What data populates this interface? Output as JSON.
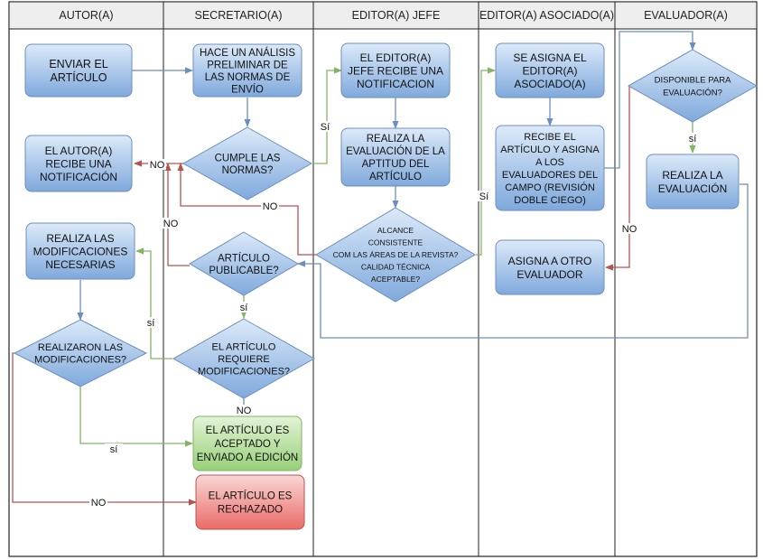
{
  "lanes": [
    {
      "id": "autor",
      "title": "AUTOR(A)"
    },
    {
      "id": "secretario",
      "title": "SECRETARIO(A)"
    },
    {
      "id": "editor_jefe",
      "title": "EDITOR(A) JEFE"
    },
    {
      "id": "editor_asociado",
      "title": "EDITOR(A) ASOCIADO(A)"
    },
    {
      "id": "evaluador",
      "title": "EVALUADOR(A)"
    }
  ],
  "nodes": {
    "enviar": {
      "lines": [
        "ENVIAR EL",
        "ARTÍCULO"
      ]
    },
    "autor_notificacion": {
      "lines": [
        "EL AUTOR(A)",
        "RECIBE UNA",
        "NOTIFICACIÓN"
      ]
    },
    "realiza_modificaciones": {
      "lines": [
        "REALIZA LAS",
        "MODIFICACIONES",
        "NECESARIAS"
      ]
    },
    "realizaron_modificaciones": {
      "lines": [
        "REALIZARON LAS",
        "MODIFICACIONES?"
      ]
    },
    "analisis_preliminar": {
      "lines": [
        "HACE UN ANÁLISIS",
        "PRELIMINAR DE",
        "LAS NORMAS DE",
        "ENVÍO"
      ]
    },
    "cumple_normas": {
      "lines": [
        "CUMPLE LAS",
        "NORMAS?"
      ]
    },
    "articulo_publicable": {
      "lines": [
        "ARTÍCULO",
        "PUBLICABLE?"
      ]
    },
    "requiere_modificaciones": {
      "lines": [
        "EL ARTÍCULO",
        "REQUIERE",
        "MODIFICACIONES?"
      ]
    },
    "aceptado": {
      "lines": [
        "EL ARTÍCULO ES",
        "ACEPTADO Y",
        "ENVIADO A EDICIÓN"
      ]
    },
    "rechazado": {
      "lines": [
        "EL ARTÍCULO ES",
        "RECHAZADO"
      ]
    },
    "jefe_notificacion": {
      "lines": [
        "EL EDITOR(A)",
        "JEFE RECIBE UNA",
        "NOTIFICACION"
      ]
    },
    "evaluacion_aptitud": {
      "lines": [
        "REALIZA LA",
        "EVALUACIÓN DE LA",
        "APTITUD DEL",
        "ARTÍCULO"
      ]
    },
    "alcance": {
      "lines": [
        "ALCANCE",
        "CONSISTENTE",
        "COM LAS ÁREAS DE LA REVISTA?",
        "CALIDAD TÉCNICA",
        "ACEPTABLE?"
      ]
    },
    "asigna_editor": {
      "lines": [
        "SE ASIGNA EL",
        "EDITOR(A)",
        "ASOCIADO(A)"
      ]
    },
    "recibe_asigna": {
      "lines": [
        "RECIBE EL",
        "ARTÍCULO Y ASIGNA",
        "A LOS",
        "EVALUADORES DEL",
        "CAMPO (REVISIÓN",
        "DOBLE CIEGO)"
      ]
    },
    "asigna_otro": {
      "lines": [
        "ASIGNA A OTRO",
        "EVALUADOR"
      ]
    },
    "disponible": {
      "lines": [
        "DISPONIBLE PARA",
        "EVALUACIÓN?"
      ]
    },
    "realiza_evaluacion": {
      "lines": [
        "REALIZA LA",
        "EVALUACIÓN"
      ]
    }
  },
  "edge_labels": {
    "si_cumple": "Sí",
    "no_cumple": "NO",
    "no_alcance_left": "NO",
    "no_publicable": "NO",
    "si_publicable": "sí",
    "si_requiere": "sí",
    "no_requiere": "NO",
    "si_realizaron": "sí",
    "no_realizaron": "NO",
    "si_alcance": "Sí",
    "si_disponible": "sí",
    "no_disponible": "NO"
  },
  "colors": {
    "blue_top": "#dceaf9",
    "blue_bottom": "#7fa9dc",
    "blue_stroke": "#6c8ebf",
    "green_top": "#e3f3d6",
    "green_bottom": "#97d077",
    "green_stroke": "#82b366",
    "red_top": "#f9d7d7",
    "red_bottom": "#ea6b66",
    "red_stroke": "#b85450",
    "edge_blue": "#6c8ebf",
    "edge_green": "#82b366",
    "edge_red": "#b85450",
    "lane_header": "#eeeeee",
    "lane_border": "#222222"
  }
}
